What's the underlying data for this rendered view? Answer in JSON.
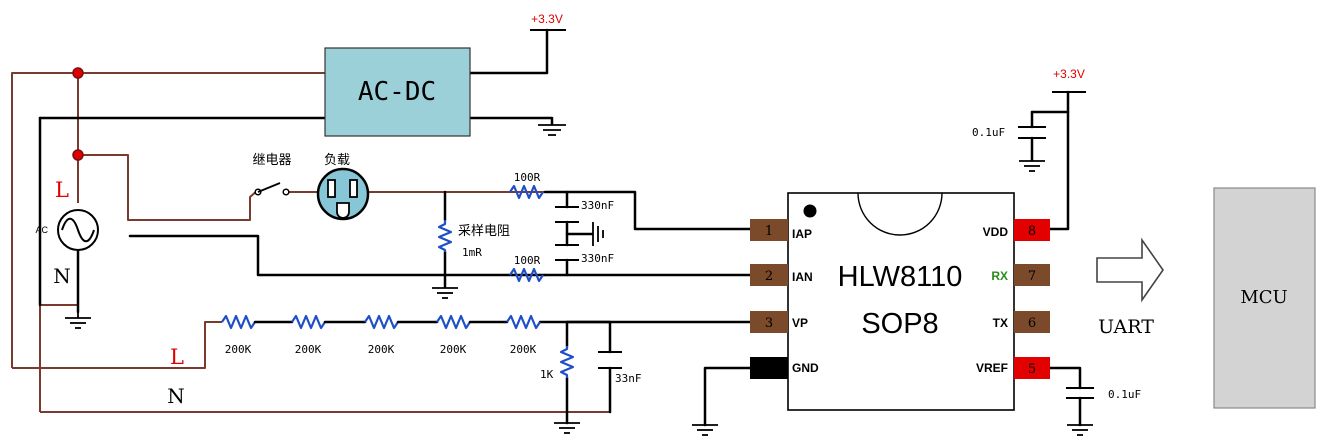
{
  "power": {
    "acdc_label": "AC-DC",
    "supply_top": "+3.3V",
    "supply_chip": "+3.3V",
    "supply_color": "#e00000"
  },
  "mains": {
    "source_label": "AC",
    "line_top": "L",
    "neutral_top": "N",
    "line_bottom": "L",
    "neutral_bottom": "N",
    "line_color": "#e00000"
  },
  "load_path": {
    "relay_label": "继电器",
    "load_label": "负载",
    "shunt_label": "采样电阻",
    "shunt_value": "1mR"
  },
  "current_filter": {
    "r_top": "100R",
    "r_bottom": "100R",
    "c_top": "330nF",
    "c_bottom": "330nF"
  },
  "voltage_divider": {
    "resistors": [
      "200K",
      "200K",
      "200K",
      "200K",
      "200K"
    ],
    "bottom_resistor": "1K",
    "filter_cap": "33nF"
  },
  "chip": {
    "name": "HLW8110",
    "package": "SOP8",
    "pins_left": [
      {
        "num": "1",
        "label": "IAP",
        "color": "#7b4a2a"
      },
      {
        "num": "2",
        "label": "IAN",
        "color": "#7b4a2a"
      },
      {
        "num": "3",
        "label": "VP",
        "color": "#7b4a2a"
      },
      {
        "num": "",
        "label": "GND",
        "color": "#000000"
      }
    ],
    "pins_right": [
      {
        "num": "8",
        "label": "VDD",
        "color": "#e30000",
        "label_color": "#000000"
      },
      {
        "num": "7",
        "label": "RX",
        "color": "#7b4a2a",
        "label_color": "#2e8b1e"
      },
      {
        "num": "6",
        "label": "TX",
        "color": "#7b4a2a",
        "label_color": "#000000"
      },
      {
        "num": "5",
        "label": "VREF",
        "color": "#e30000",
        "label_color": "#000000"
      }
    ],
    "vdd_cap": "0.1uF",
    "vref_cap": "0.1uF"
  },
  "interface": {
    "uart_label": "UART",
    "mcu_label": "MCU"
  },
  "colors": {
    "acdc_fill": "#9bd0d8",
    "outlet_fill": "#86c6d6",
    "mcu_fill": "#d3d3d3",
    "pin_brown": "#7b4a2a",
    "wire_brown": "#7a3b2e"
  }
}
